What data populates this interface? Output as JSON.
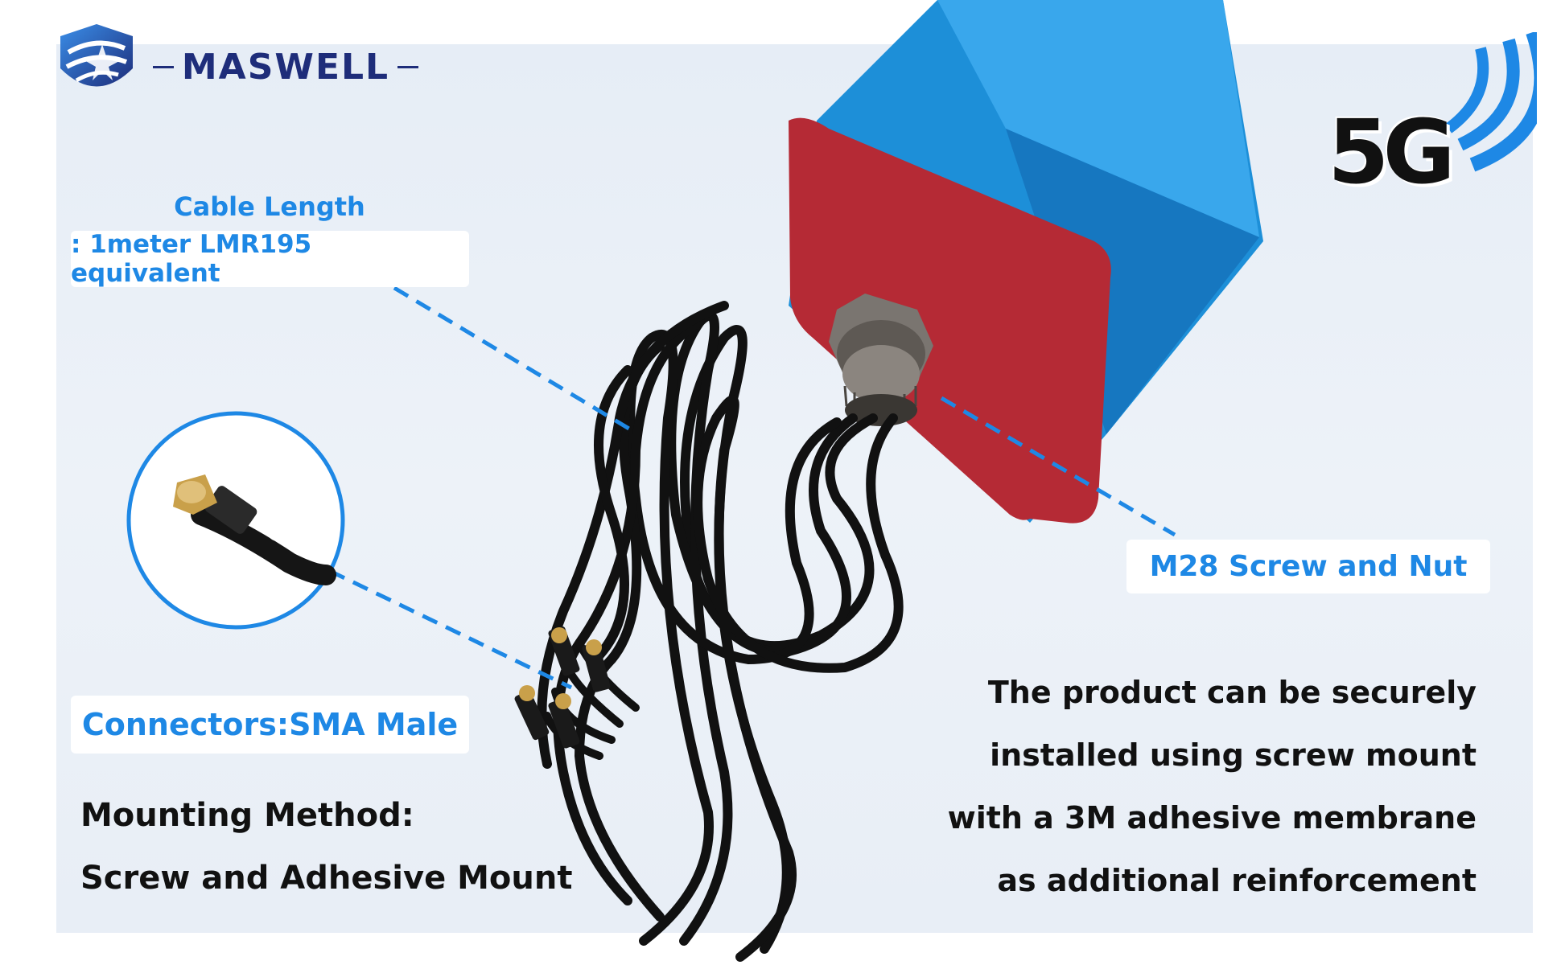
{
  "brand": {
    "name": "MASWELL"
  },
  "badge": {
    "label": "5G"
  },
  "connector_badge": {
    "label": "5G"
  },
  "cable_length": {
    "title": "Cable Length",
    "value": ": 1meter LMR195 equivalent"
  },
  "screw_tag": {
    "label": "M28 Screw and Nut"
  },
  "connector_tag": {
    "label": "Connectors:SMA Male"
  },
  "mounting": {
    "title": "Mounting Method:",
    "value": "Screw and Adhesive Mount"
  },
  "description": {
    "lines": [
      "The product can be securely",
      "installed using screw mount",
      "with a 3M adhesive membrane",
      "as additional reinforcement"
    ]
  },
  "colors": {
    "accent": "#1e88e5",
    "brand": "#1e2d7a",
    "enclosure": "#1d8fd8",
    "adhesive": "#b52a35",
    "cable": "#111111"
  }
}
